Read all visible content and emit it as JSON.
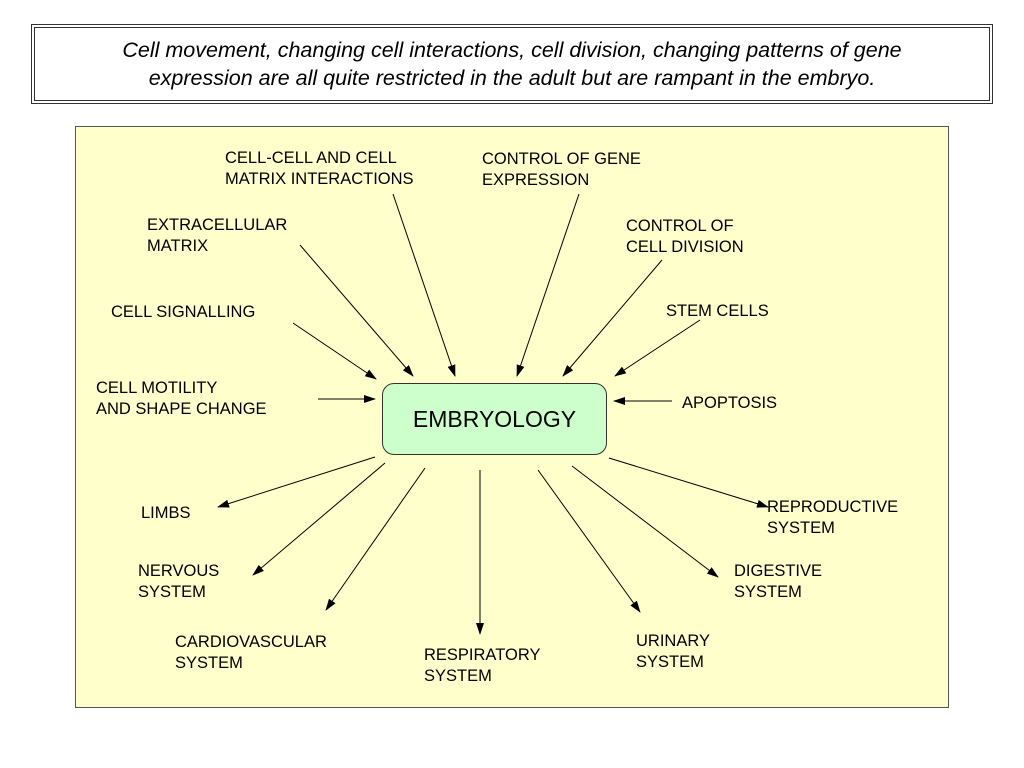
{
  "header": {
    "line1": "Cell movement, changing cell interactions, cell division, changing patterns of gene",
    "line2": "expression are all quite restricted in the adult but are rampant in the embryo."
  },
  "diagram": {
    "center": "EMBRYOLOGY",
    "inputs": {
      "cell_cell": [
        "CELL-CELL AND CELL",
        "MATRIX INTERACTIONS"
      ],
      "gene_expression": [
        "CONTROL OF GENE",
        "EXPRESSION"
      ],
      "extracellular": [
        "EXTRACELLULAR",
        "MATRIX"
      ],
      "cell_division": [
        "CONTROL OF",
        "CELL DIVISION"
      ],
      "signalling": [
        "CELL SIGNALLING"
      ],
      "stem_cells": [
        "STEM CELLS"
      ],
      "motility": [
        "CELL MOTILITY",
        "AND SHAPE CHANGE"
      ],
      "apoptosis": [
        "APOPTOSIS"
      ]
    },
    "outputs": {
      "limbs": [
        "LIMBS"
      ],
      "reproductive": [
        "REPRODUCTIVE",
        "SYSTEM"
      ],
      "nervous": [
        "NERVOUS",
        "SYSTEM"
      ],
      "digestive": [
        "DIGESTIVE",
        "SYSTEM"
      ],
      "cardiovascular": [
        "CARDIOVASCULAR",
        "SYSTEM"
      ],
      "urinary": [
        "URINARY",
        "SYSTEM"
      ],
      "respiratory": [
        "RESPIRATORY",
        "SYSTEM"
      ]
    }
  },
  "colors": {
    "panel": "#ffffcc",
    "center_node": "#ccffcc",
    "arrow": "#000000"
  }
}
